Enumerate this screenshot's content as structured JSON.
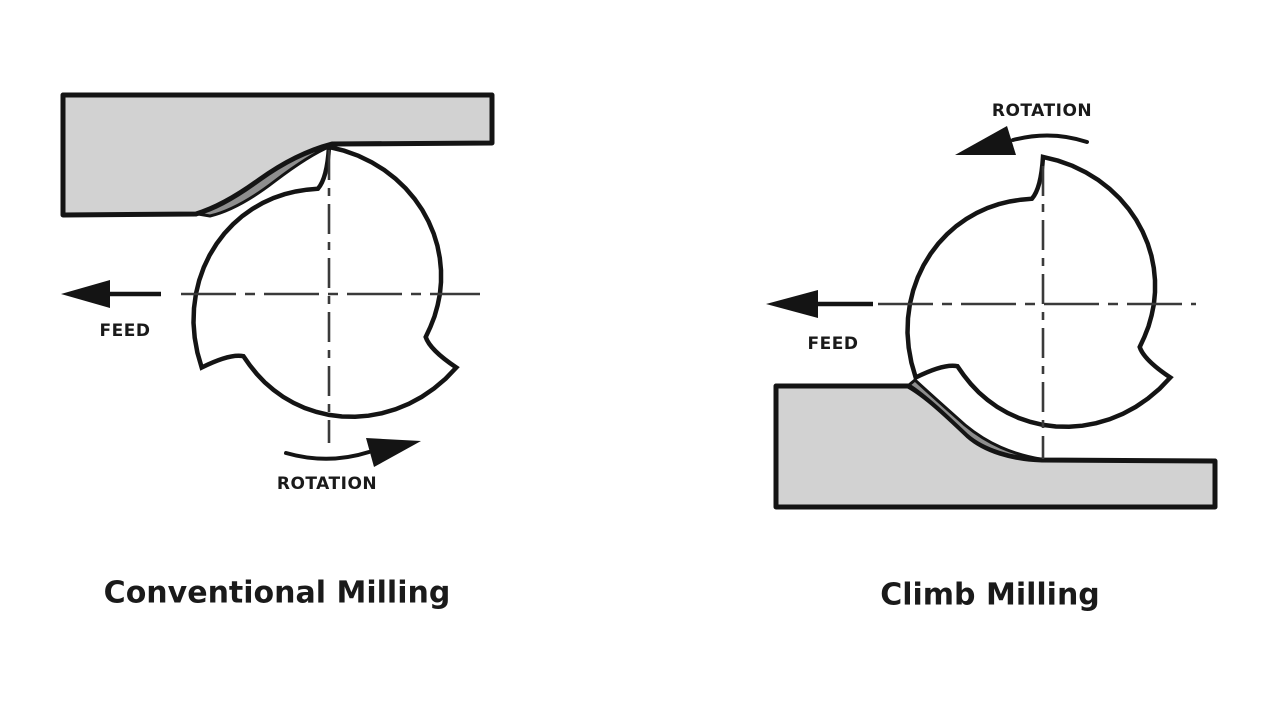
{
  "colors": {
    "background": "#ffffff",
    "workpiece_fill": "#d2d2d2",
    "chip_fill": "#8e8e8e",
    "line": "#141414",
    "centerline": "#3a3a3a",
    "text": "#1a1a1a"
  },
  "diagrams": {
    "conventional": {
      "title": "Conventional Milling",
      "feed_label": "FEED",
      "rotation_label": "ROTATION",
      "feed_direction": "left",
      "rotation_arrow_position": "below cutter, pointing right",
      "workpiece_position": "top"
    },
    "climb": {
      "title": "Climb Milling",
      "feed_label": "FEED",
      "rotation_label": "ROTATION",
      "feed_direction": "left",
      "rotation_arrow_position": "above cutter, pointing left",
      "workpiece_position": "bottom"
    }
  }
}
